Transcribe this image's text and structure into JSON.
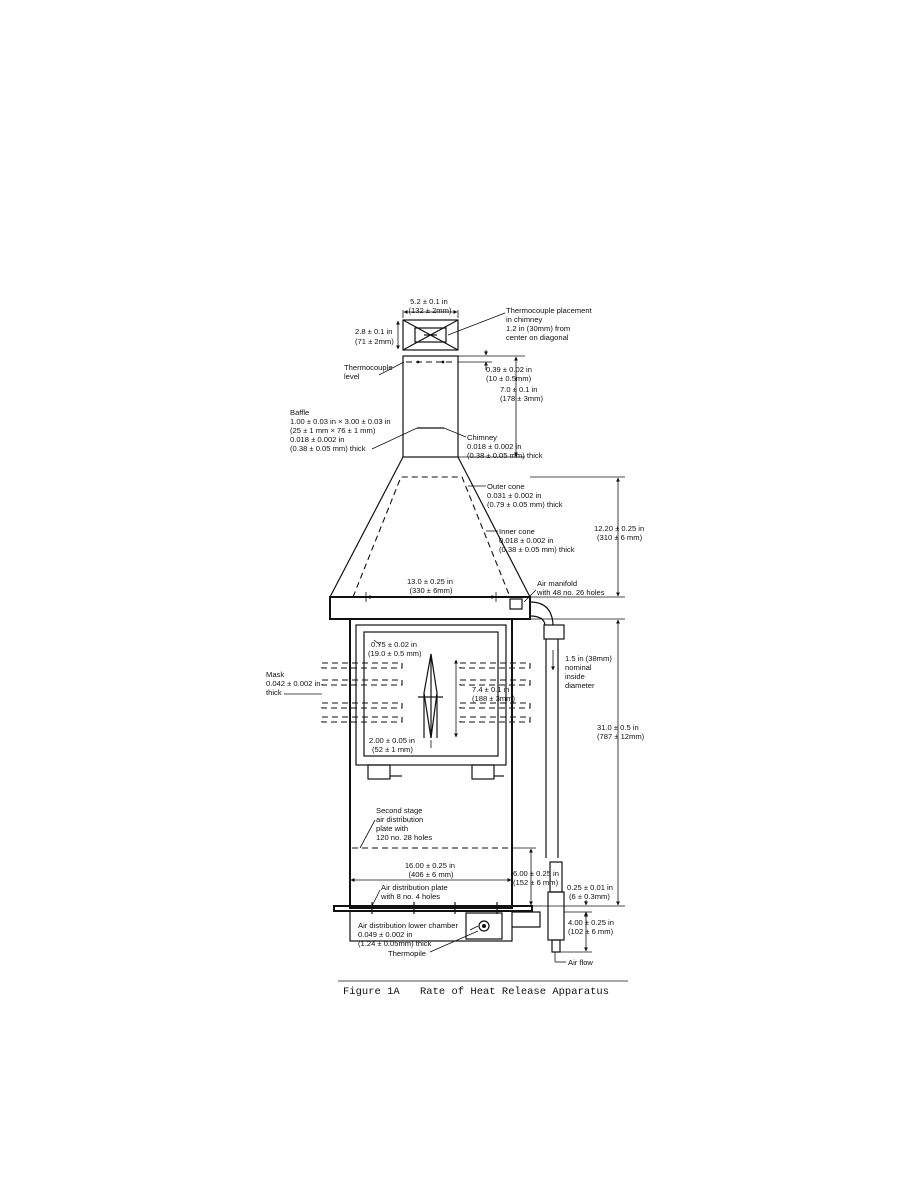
{
  "figure": {
    "caption_number": "Figure 1A",
    "caption_title": "Rate of Heat Release Apparatus"
  },
  "labels": {
    "chimney_width": [
      "5.2 ± 0.1 in",
      "(132 ± 2mm)"
    ],
    "chimney_depth": [
      "2.8 ± 0.1 in",
      "(71 ± 2mm)"
    ],
    "thermocouple_placement": [
      "Thermocouple placement",
      "in chimney",
      "1.2 in (30mm) from",
      "center on diagonal"
    ],
    "thermocouple_level": [
      "Thermocouple",
      "level"
    ],
    "thermocouple_offset": [
      "0.39 ± 0.02 in",
      "(10 ± 0.5mm)"
    ],
    "chimney_height": [
      "7.0 ± 0.1 in",
      "(178 ± 3mm)"
    ],
    "baffle": [
      "Baffle",
      "1.00 ± 0.03 in × 3.00 ± 0.03 in",
      "(25 ± 1 mm × 76 ± 1 mm)",
      "0.018 ± 0.002 in",
      "(0.38 ± 0.05 mm) thick"
    ],
    "chimney": [
      "Chimney",
      "0.018 ± 0.002 in",
      "(0.38 ± 0.05 mm) thick"
    ],
    "outer_cone": [
      "Outer cone",
      "0.031 ± 0.002 in",
      "(0.79 ± 0.05 mm) thick"
    ],
    "cone_height": [
      "12.20 ± 0.25 in",
      "(310 ± 6 mm)"
    ],
    "inner_cone": [
      "Inner cone",
      "0.018 ± 0.002 in",
      "(0.38 ± 0.05 mm) thick"
    ],
    "cone_base": [
      "13.0 ± 0.25 in",
      "(330 ± 6mm)"
    ],
    "air_manifold": [
      "Air manifold",
      "with 48 no. 26 holes"
    ],
    "mask_frame": [
      "0.75 ± 0.02 in",
      "(19.0 ± 0.5 mm)"
    ],
    "pipe_diameter": [
      "1.5 in (38mm)",
      "nominal",
      "inside",
      "diameter"
    ],
    "mask": [
      "Mask",
      "0.042 ± 0.002 in",
      "thick"
    ],
    "window_height": [
      "7.4 ± 0.1 in",
      "(188 ± 3mm)"
    ],
    "window_width": [
      "2.00 ± 0.05 in",
      "(52 ± 1 mm)"
    ],
    "box_height": [
      "31.0 ± 0.5 in",
      "(787 ± 12mm)"
    ],
    "second_stage": [
      "Second stage",
      "air distribution",
      "plate with",
      "120 no. 28 holes"
    ],
    "box_width": [
      "16.00 ± 0.25 in",
      "(406 ± 6 mm)"
    ],
    "plate_height": [
      "6.00 ± 0.25 in",
      "(152 ± 6 mm)"
    ],
    "dist_plate": [
      "Air distribution plate",
      "with 8 no. 4 holes"
    ],
    "plate_thickness": [
      "0.25 ± 0.01 in",
      "(6 ± 0.3mm)"
    ],
    "lower_chamber": [
      "Air distribution lower chamber",
      "0.049 ± 0.002 in",
      "(1.24 ± 0.05mm) thick"
    ],
    "inlet_height": [
      "4.00 ± 0.25 in",
      "(102 ± 6 mm)"
    ],
    "thermopile": "Thermopile",
    "air_flow": "Air flow"
  }
}
